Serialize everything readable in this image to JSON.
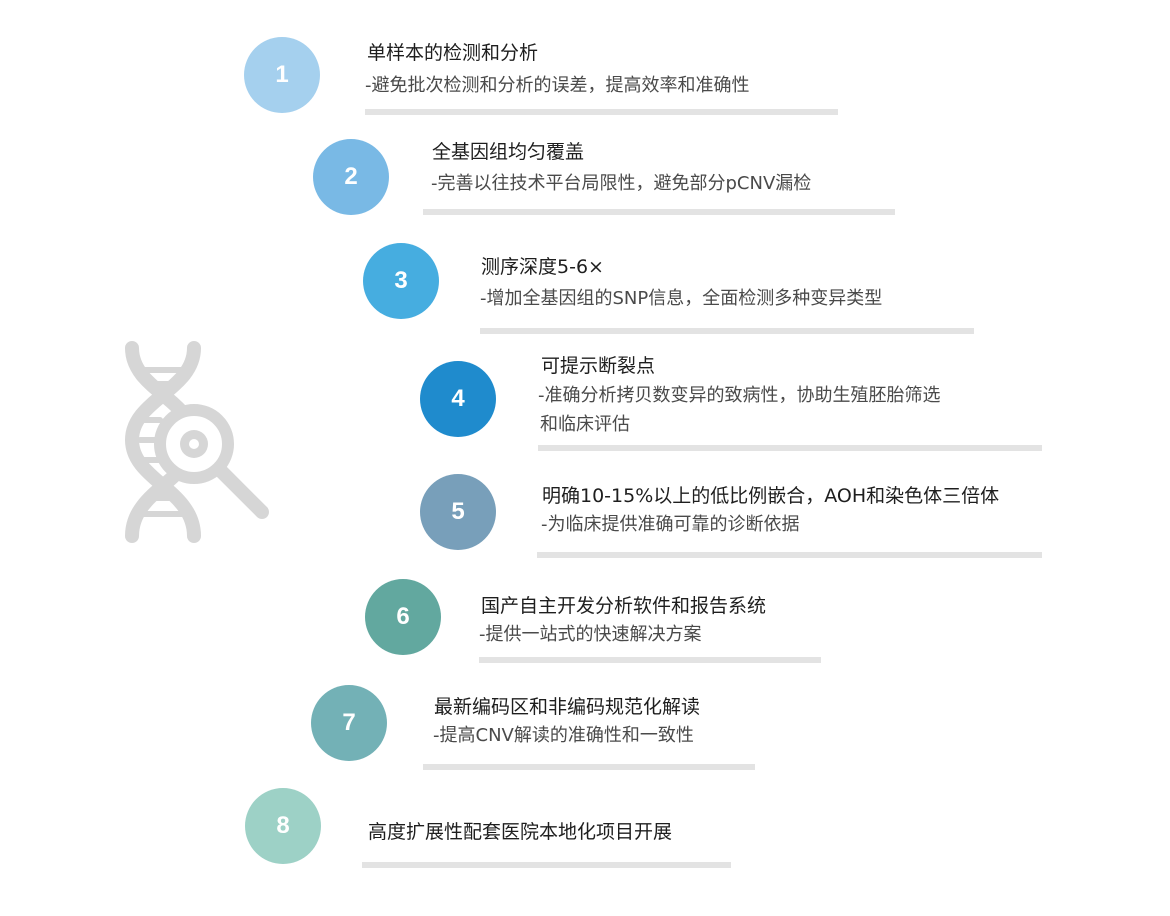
{
  "features": [
    {
      "number": "1",
      "title": "单样本的检测和分析",
      "desc": "-避免批次检测和分析的误差，提高效率和准确性",
      "desc2": "",
      "color": "#a5d0ee"
    },
    {
      "number": "2",
      "title": "全基因组均匀覆盖",
      "desc": "-完善以往技术平台局限性，避免部分pCNV漏检",
      "desc2": "",
      "color": "#79b9e5"
    },
    {
      "number": "3",
      "title": "测序深度5-6×",
      "desc": "-增加全基因组的SNP信息，全面检测多种变异类型",
      "desc2": "",
      "color": "#46ade0"
    },
    {
      "number": "4",
      "title": "可提示断裂点",
      "desc": "-准确分析拷贝数变异的致病性，协助生殖胚胎筛选",
      "desc2": "和临床评估",
      "color": "#1f8bcd"
    },
    {
      "number": "5",
      "title": "明确10-15%以上的低比例嵌合，AOH和染色体三倍体",
      "desc": "-为临床提供准确可靠的诊断依据",
      "desc2": "",
      "color": "#789fba"
    },
    {
      "number": "6",
      "title": "国产自主开发分析软件和报告系统",
      "desc": "-提供一站式的快速解决方案",
      "desc2": "",
      "color": "#62a89f"
    },
    {
      "number": "7",
      "title": "最新编码区和非编码规范化解读",
      "desc": "-提高CNV解读的准确性和一致性",
      "desc2": "",
      "color": "#73b1b6"
    },
    {
      "number": "8",
      "title": "高度扩展性配套医院本地化项目开展",
      "desc": "",
      "desc2": "",
      "color": "#9dd1c6"
    }
  ],
  "icon": "dna-magnifier-icon",
  "divider_color": "#e3e3e3"
}
